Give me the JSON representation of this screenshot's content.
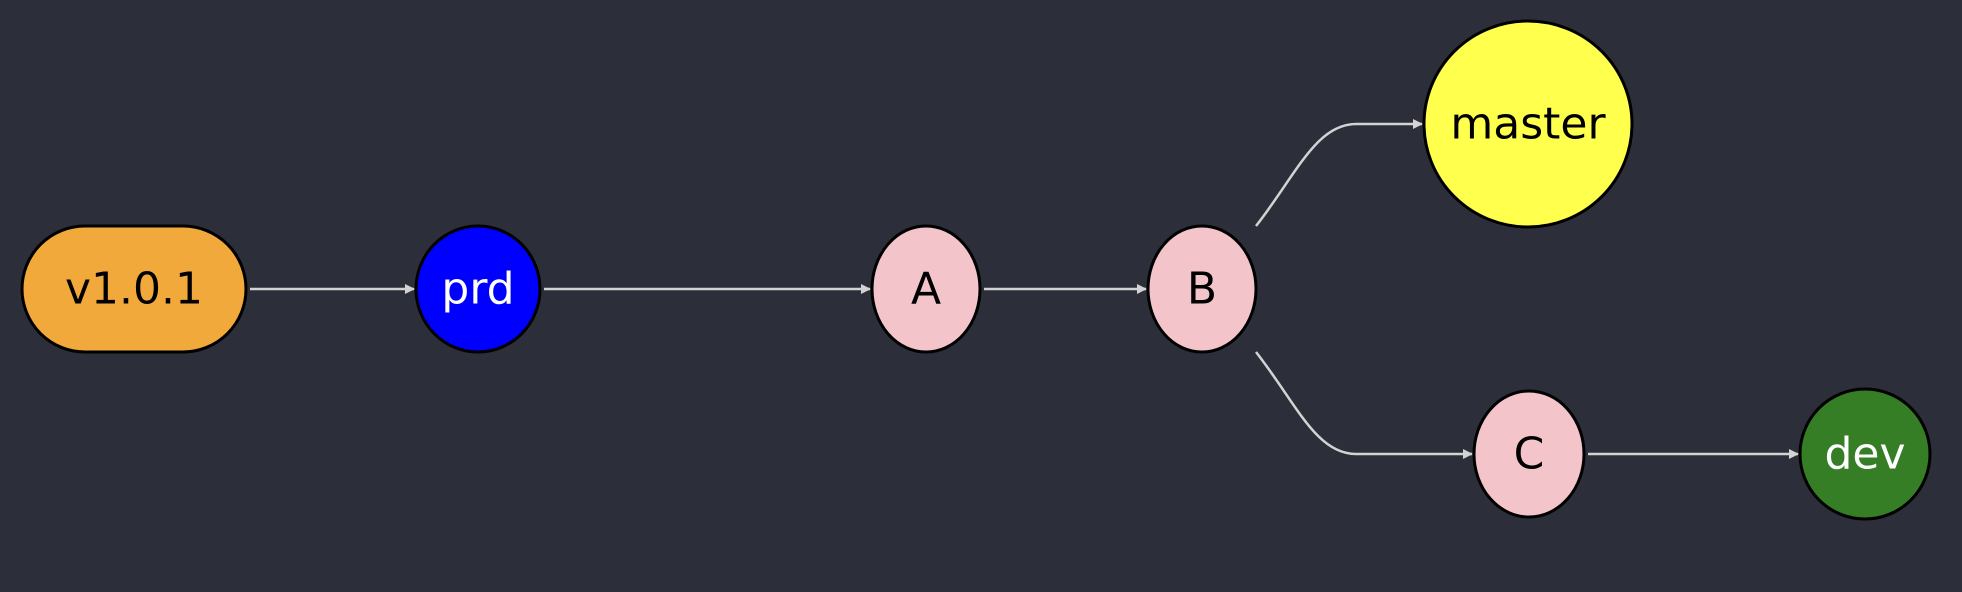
{
  "nodes": [
    {
      "id": "v101",
      "label": "v1.0.1",
      "fill": "#f2a93b",
      "text": "#000000",
      "shape": "stadium"
    },
    {
      "id": "prd",
      "label": "prd",
      "fill": "#0000ff",
      "text": "#ffffff",
      "shape": "ellipse"
    },
    {
      "id": "A",
      "label": "A",
      "fill": "#f4c4cb",
      "text": "#000000",
      "shape": "ellipse"
    },
    {
      "id": "B",
      "label": "B",
      "fill": "#f4c4cb",
      "text": "#000000",
      "shape": "ellipse"
    },
    {
      "id": "master",
      "label": "master",
      "fill": "#ffff4d",
      "text": "#000000",
      "shape": "ellipse"
    },
    {
      "id": "C",
      "label": "C",
      "fill": "#f4c4cb",
      "text": "#000000",
      "shape": "ellipse"
    },
    {
      "id": "dev",
      "label": "dev",
      "fill": "#367e26",
      "text": "#ffffff",
      "shape": "ellipse"
    }
  ],
  "edges": [
    {
      "from": "v101",
      "to": "prd"
    },
    {
      "from": "prd",
      "to": "A"
    },
    {
      "from": "A",
      "to": "B"
    },
    {
      "from": "B",
      "to": "master"
    },
    {
      "from": "B",
      "to": "C"
    },
    {
      "from": "C",
      "to": "dev"
    }
  ],
  "colors": {
    "background": "#2c2f3a",
    "edge": "#d3d3d3"
  }
}
